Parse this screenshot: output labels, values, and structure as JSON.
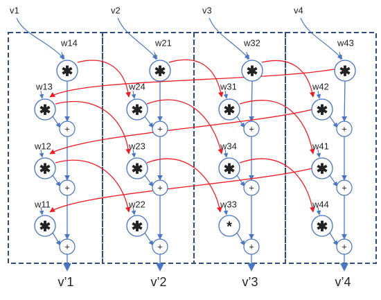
{
  "inputs": [
    "v1",
    "v2",
    "v3",
    "v4"
  ],
  "outputs": [
    "v’1",
    "v’2",
    "v’3",
    "v’4"
  ],
  "weights": [
    [
      "w14",
      "w13",
      "w12",
      "w11"
    ],
    [
      "w21",
      "w24",
      "w23",
      "w22"
    ],
    [
      "w32",
      "w31",
      "w34",
      "w33"
    ],
    [
      "w43",
      "w42",
      "w41",
      "w44"
    ]
  ],
  "symbols": {
    "multiply": "✱",
    "multiply_small": "*",
    "add": "+"
  },
  "colors": {
    "box": "#2e4d7b",
    "flow": "#4a77c0",
    "node": "#4472c4",
    "weight_route": "#ee1c24",
    "text": "#222222"
  },
  "icons": {
    "multiply_node": "asterisk-circle-icon",
    "add_node": "plus-circle-icon",
    "output_arrow": "arrow-down-icon"
  }
}
